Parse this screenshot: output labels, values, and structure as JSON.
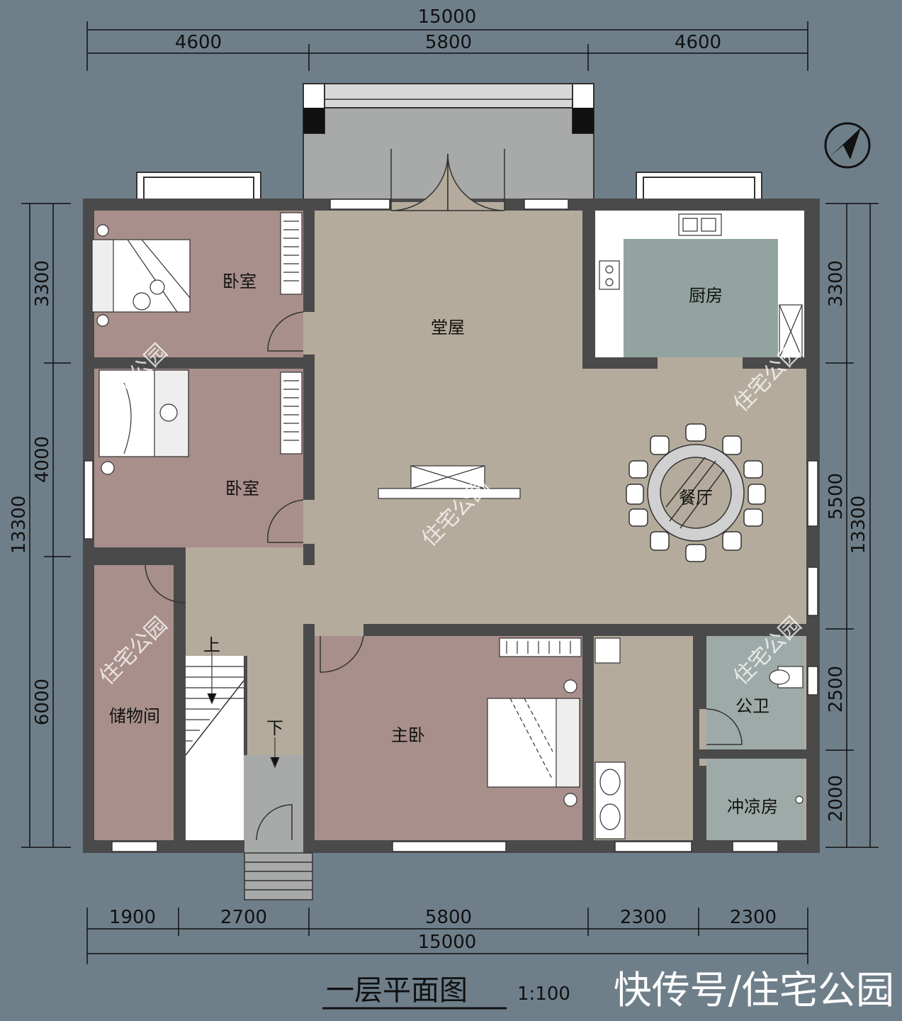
{
  "colors": {
    "background": "#6f7f8a",
    "wall": "#4a4a4a",
    "hall": "#b5ab9c",
    "bedroom": "#a88f8b",
    "kitchen": "#93a3a0",
    "wet": "#9eaaa8",
    "porch": "#a7aaa9"
  },
  "dims": {
    "top_total": "15000",
    "top": [
      "4600",
      "5800",
      "4600"
    ],
    "bottom": [
      "1900",
      "2700",
      "5800",
      "2300",
      "2300"
    ],
    "bottom_total": "15000",
    "left": [
      "3300",
      "4000",
      "6000"
    ],
    "left_total": "13300",
    "right": [
      "3300",
      "5500",
      "2500",
      "2000"
    ],
    "right_total": "13300"
  },
  "rooms": {
    "bedroom1": "卧室",
    "bedroom2": "卧室",
    "hall": "堂屋",
    "kitchen": "厨房",
    "dining": "餐厅",
    "storage": "储物间",
    "master": "主卧",
    "toilet": "公卫",
    "shower": "冲凉房",
    "stair_up": "上",
    "stair_down": "下"
  },
  "watermark": "住宅公园",
  "title": "一层平面图",
  "scale": "1:100",
  "footer": "快传号/住宅公园"
}
